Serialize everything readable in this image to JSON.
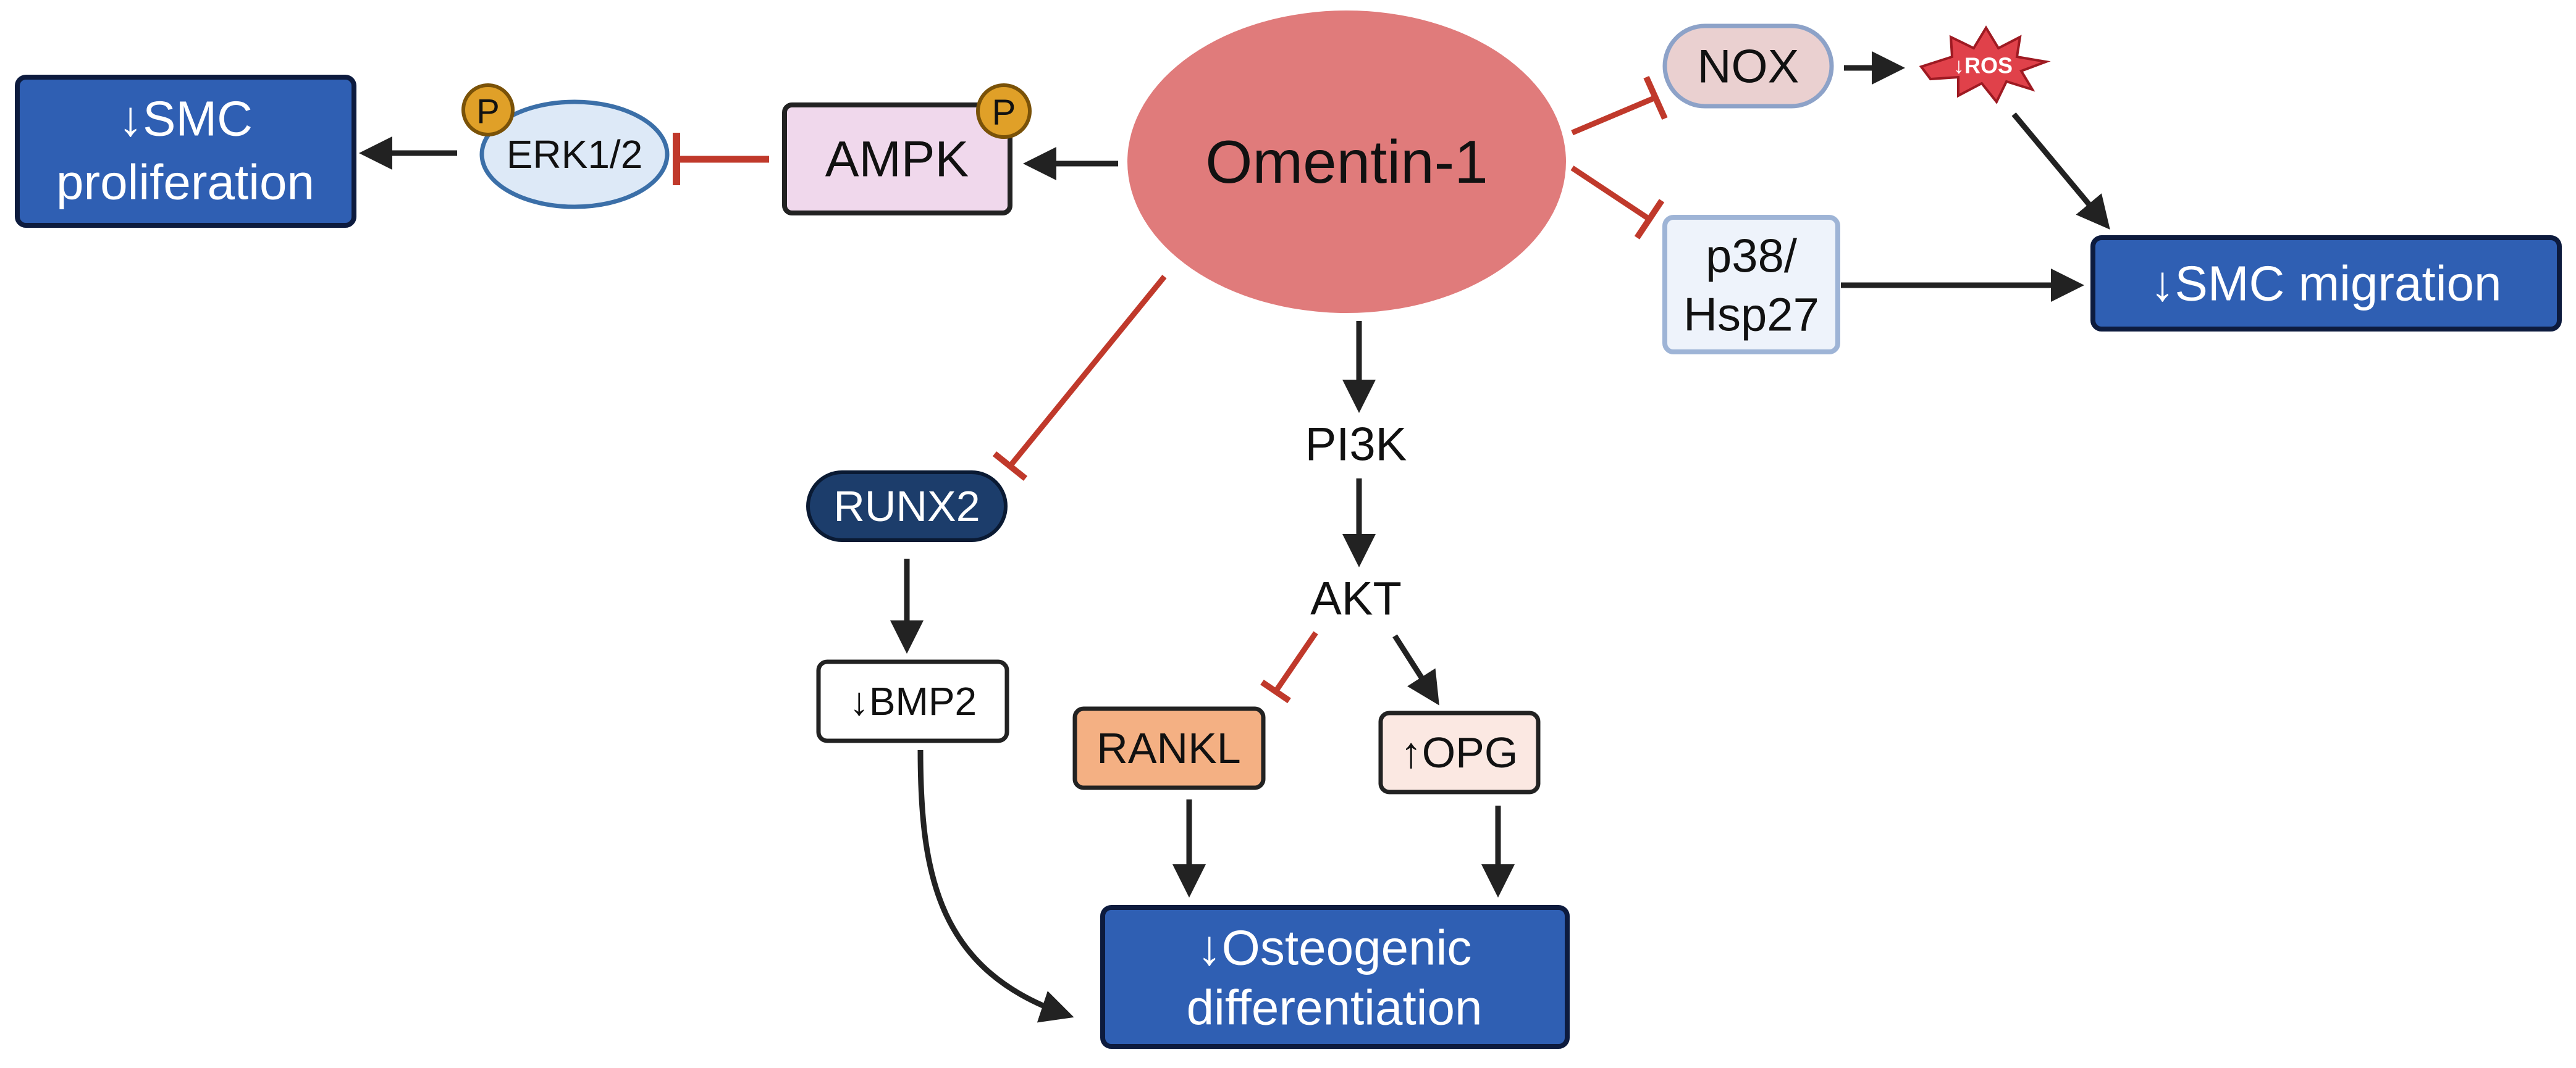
{
  "colors": {
    "activation_arrow": "#222222",
    "inhibition_line": "#c0392b",
    "outcome_box": "#2f5fb3",
    "outcome_border": "#0d1b3e",
    "omentin": "#e07b7b",
    "ampk": "#f0d8ec",
    "erk": "#dde9f7",
    "nox": "#ead0d0",
    "p38": "#eef3fb",
    "runx2": "#1c3d6b",
    "rankl": "#f4b083",
    "opg": "#fbe8e2",
    "ros": "#e0414a",
    "phospho": "#e0a028"
  },
  "nodes": {
    "omentin": "Omentin-1",
    "ampk": "AMPK",
    "erk": "ERK1/2",
    "phospho_ampk": "P",
    "phospho_erk": "P",
    "smc_prolif_line1": "↓SMC",
    "smc_prolif_line2": "proliferation",
    "nox": "NOX",
    "ros": "↓ROS",
    "p38_line1": "p38/",
    "p38_line2": "Hsp27",
    "smc_migration": "↓SMC migration",
    "pi3k": "PI3K",
    "akt": "AKT",
    "runx2": "RUNX2",
    "bmp2": "↓BMP2",
    "rankl": "RANKL",
    "opg": "↑OPG",
    "osteo_line1": "↓Osteogenic",
    "osteo_line2": "differentiation"
  }
}
